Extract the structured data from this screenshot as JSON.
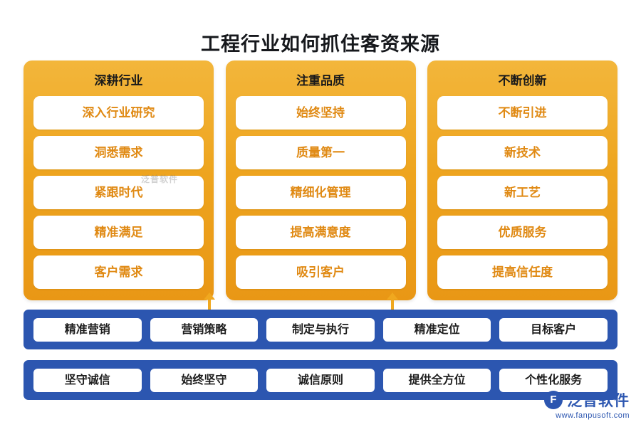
{
  "title": "工程行业如何抓住客资来源",
  "columns": [
    {
      "header": "深耕行业",
      "items": [
        "深入行业研究",
        "洞悉需求",
        "紧跟时代",
        "精准满足",
        "客户需求"
      ]
    },
    {
      "header": "注重品质",
      "items": [
        "始终坚持",
        "质量第一",
        "精细化管理",
        "提高满意度",
        "吸引客户"
      ]
    },
    {
      "header": "不断创新",
      "items": [
        "不断引进",
        "新技术",
        "新工艺",
        "优质服务",
        "提高信任度"
      ]
    }
  ],
  "bars": [
    {
      "items": [
        "精准营销",
        "营销策略",
        "制定与执行",
        "精准定位",
        "目标客户"
      ]
    },
    {
      "items": [
        "坚守诚信",
        "始终坚守",
        "诚信原则",
        "提供全方位",
        "个性化服务"
      ]
    }
  ],
  "watermark": {
    "center": "泛普软件",
    "brand": "泛普软件",
    "url": "www.fanpusoft.com",
    "mark": "F"
  },
  "colors": {
    "orange": "#eea51f",
    "blue": "#2c56b0",
    "chip_text": "#e08a14"
  }
}
